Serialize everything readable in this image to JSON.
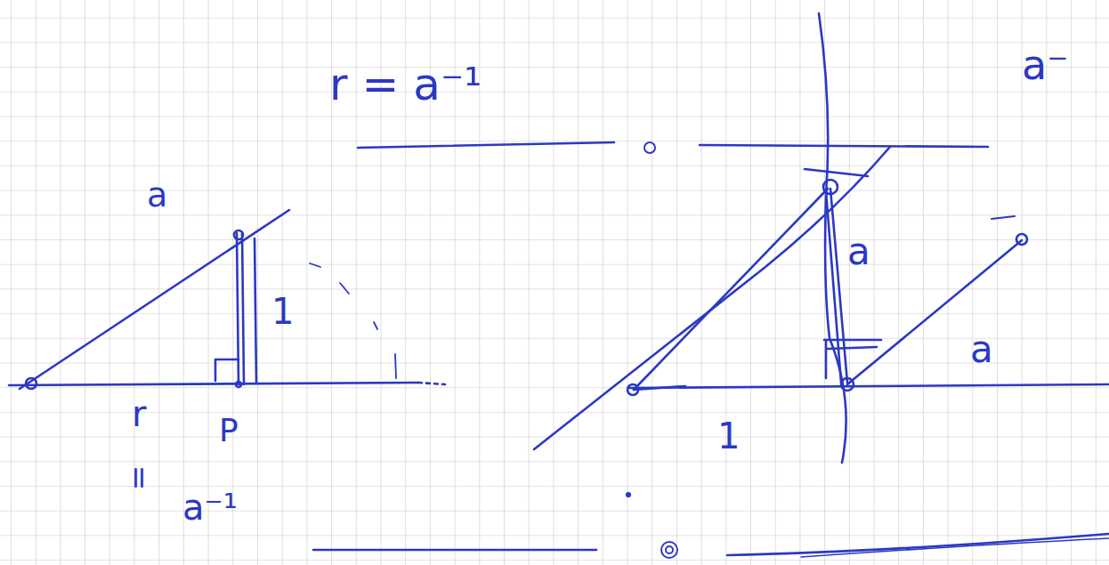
{
  "diagram": {
    "labels": [
      "r = a⁻¹",
      "a⁻",
      "a",
      "1",
      "r",
      "P",
      "=",
      "a⁻¹",
      "a",
      "a",
      "1"
    ]
  }
}
